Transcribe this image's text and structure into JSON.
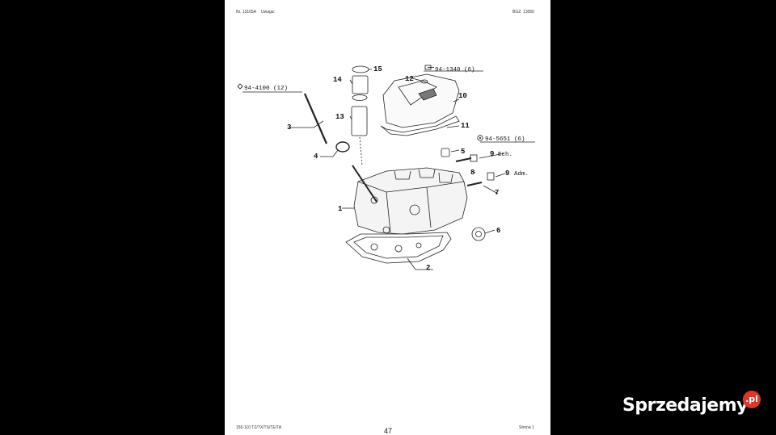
{
  "header": {
    "doc_no": "Nr. 13105A",
    "note": "Uwaga:",
    "code": "BGZ: 13050"
  },
  "footer": {
    "models": "155-110 TZ/TX/TS/TE/TA",
    "page_label": "Strona 1",
    "page_number": "47"
  },
  "parts": {
    "p1": "1",
    "p2": "2",
    "p3": "3",
    "p4": "4",
    "p5": "5",
    "p6": "6",
    "p7": "7",
    "p8": "8",
    "p9a": "9",
    "p9b": "9",
    "p10": "10",
    "p11": "11",
    "p12": "12",
    "p13": "13",
    "p14": "14",
    "p15": "15"
  },
  "refs": {
    "r94_4100": "94-4100 (12)",
    "r94_1340": "94-1340 (6)",
    "r94_5651": "94-5651 (6)",
    "ech": "Ech.",
    "adm": "Adm."
  },
  "watermark": {
    "brand": "Sprzedajemy",
    "badge": ".pl"
  }
}
